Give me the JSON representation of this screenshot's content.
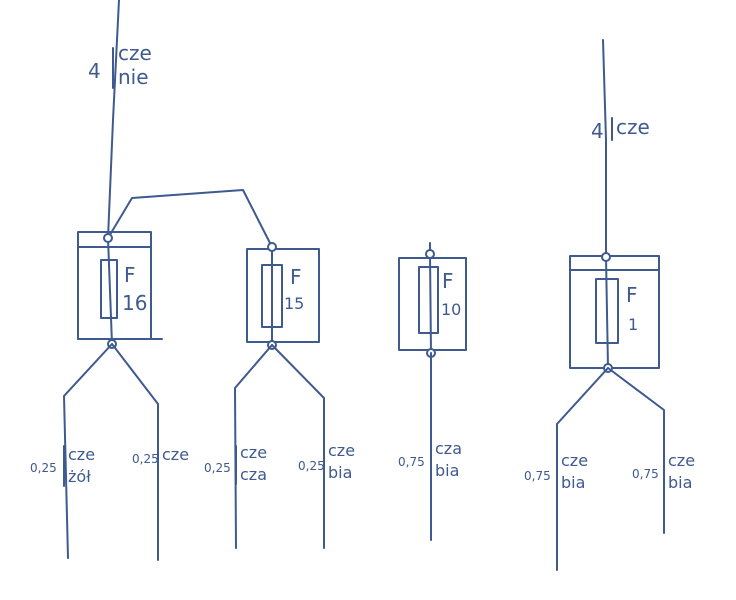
{
  "ink_color": "#3e5a8f",
  "feeds": [
    {
      "id": "left",
      "size": "4",
      "color1": "cze",
      "color2": "nie"
    },
    {
      "id": "right",
      "size": "4",
      "color1": "cze",
      "color2": ""
    }
  ],
  "fuses": [
    {
      "id": "f16",
      "letter": "F",
      "number": "16"
    },
    {
      "id": "f15",
      "letter": "F",
      "number": "15"
    },
    {
      "id": "f10",
      "letter": "F",
      "number": "10"
    },
    {
      "id": "f1",
      "letter": "F",
      "number": "1"
    }
  ],
  "outputs": [
    {
      "id": "o1",
      "size": "0,25",
      "color1": "cze",
      "color2": "żół"
    },
    {
      "id": "o2",
      "size": "0,25",
      "color1": "cze",
      "color2": ""
    },
    {
      "id": "o3",
      "size": "0,25",
      "color1": "cze",
      "color2": "cza"
    },
    {
      "id": "o4",
      "size": "0,25",
      "color1": "cze",
      "color2": "bia"
    },
    {
      "id": "o5",
      "size": "0,75",
      "color1": "cza",
      "color2": "bia"
    },
    {
      "id": "o6",
      "size": "0,75",
      "color1": "cze",
      "color2": "bia"
    },
    {
      "id": "o7",
      "size": "0,75",
      "color1": "cze",
      "color2": "bia"
    }
  ]
}
